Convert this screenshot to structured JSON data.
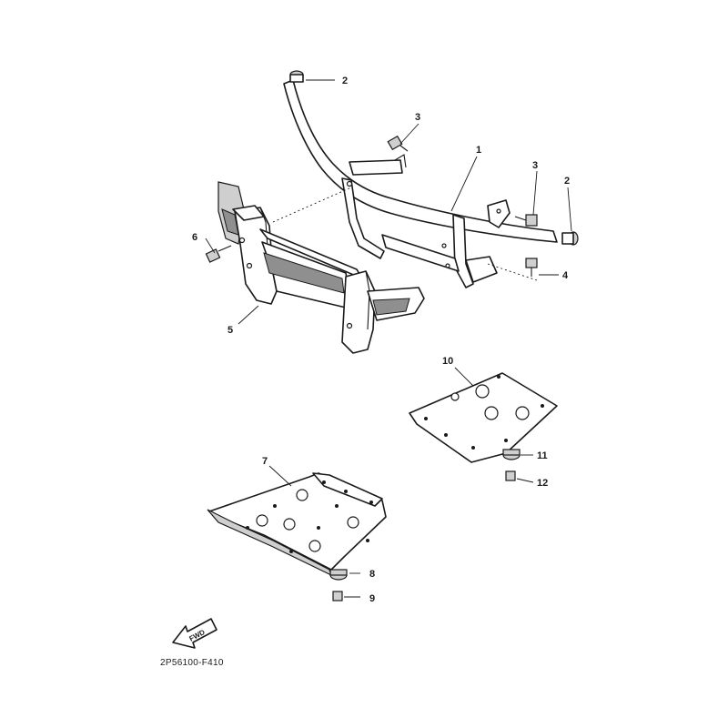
{
  "diagram": {
    "callouts": [
      {
        "id": "c1",
        "label": "1"
      },
      {
        "id": "c2a",
        "label": "2"
      },
      {
        "id": "c2b",
        "label": "2"
      },
      {
        "id": "c3a",
        "label": "3"
      },
      {
        "id": "c3b",
        "label": "3"
      },
      {
        "id": "c4",
        "label": "4"
      },
      {
        "id": "c5",
        "label": "5"
      },
      {
        "id": "c6",
        "label": "6"
      },
      {
        "id": "c7",
        "label": "7"
      },
      {
        "id": "c8",
        "label": "8"
      },
      {
        "id": "c9",
        "label": "9"
      },
      {
        "id": "c10",
        "label": "10"
      },
      {
        "id": "c11",
        "label": "11"
      },
      {
        "id": "c12",
        "label": "12"
      }
    ],
    "fwd_label": "FWD",
    "part_code": "2P56100-F410"
  }
}
